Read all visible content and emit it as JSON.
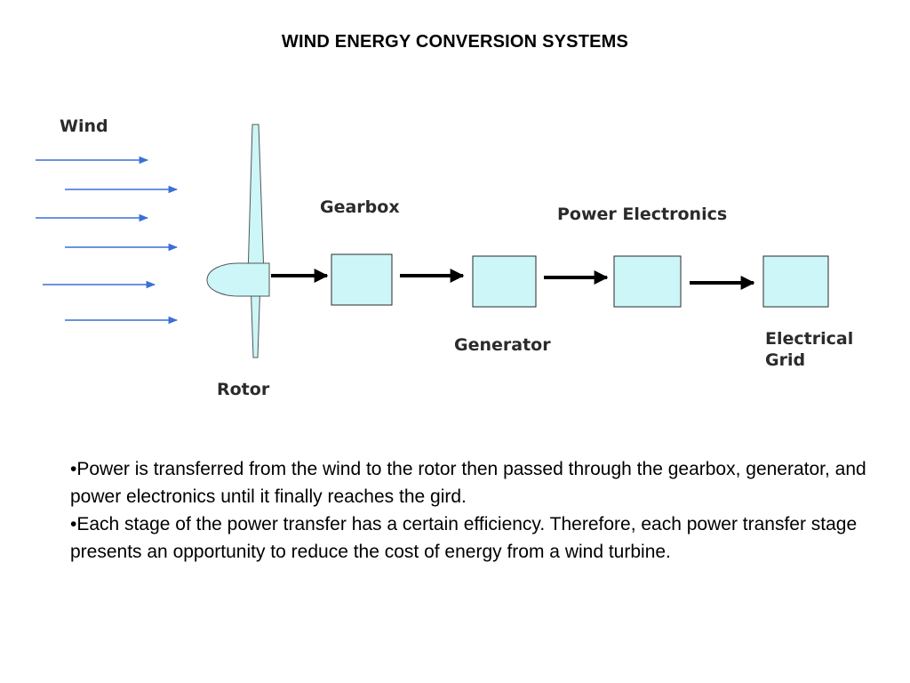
{
  "title": "WIND ENERGY CONVERSION SYSTEMS",
  "diagram": {
    "labels": {
      "wind": "Wind",
      "rotor": "Rotor",
      "gearbox": "Gearbox",
      "generator": "Generator",
      "power_electronics": "Power Electronics",
      "electrical_grid": "Electrical Grid"
    },
    "colors": {
      "wind_arrow": "#3b6fd8",
      "box_fill": "#ccf6f8",
      "box_stroke": "#2a2a2a",
      "flow_arrow": "#000000"
    }
  },
  "bullets": [
    "•Power is transferred from the wind to the rotor then passed through the gearbox, generator, and power electronics until it finally reaches the gird.",
    "•Each stage of the power transfer has a certain efficiency. Therefore, each power transfer stage presents an opportunity to reduce the cost of energy from a wind turbine."
  ]
}
